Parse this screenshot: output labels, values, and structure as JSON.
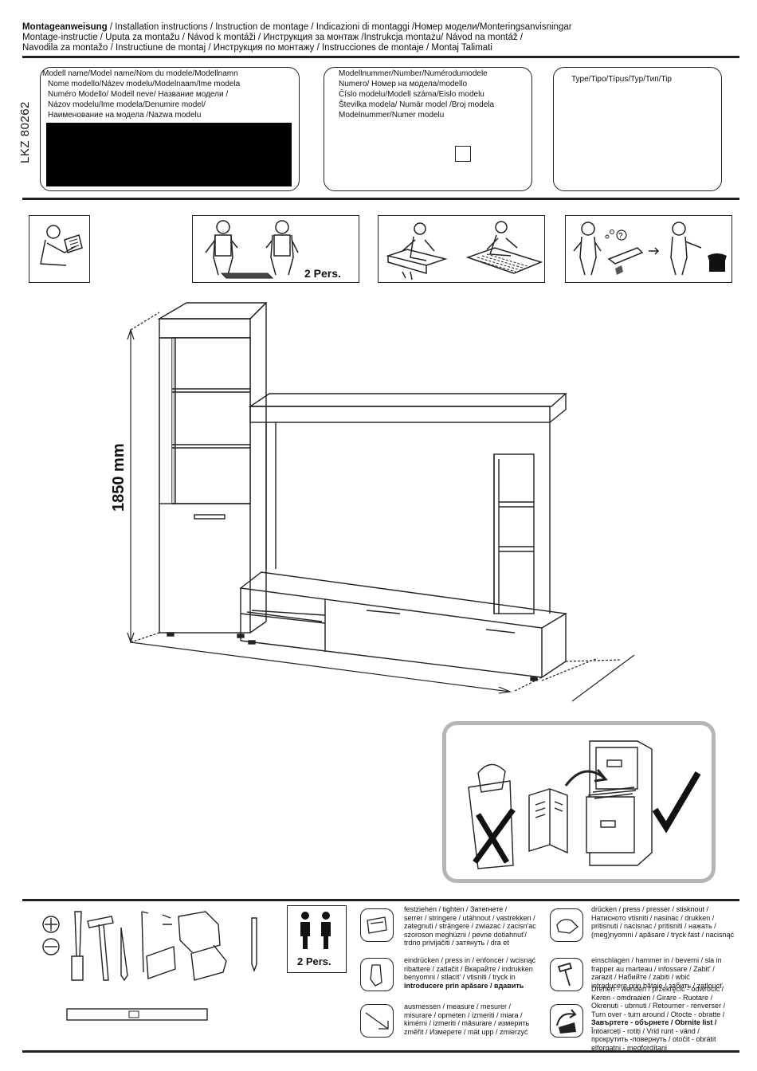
{
  "header": {
    "line1_bold": "Montageanweisung",
    "line1_rest": " / Installation instructions / Instruction de montage / Indicazioni di montaggi /Номер модели/Monteringsanvisningar",
    "line2": " Montage-instructie / Uputa za montažu / Návod k montáži / Инструкция за монтаж /Instrukcja montażu/ Návod na montáž /",
    "line3": "Navodila za montažo / Instructiune de montaj / Инструкция по монтажу     / Instrucciones de montaje / Montaj  Talimati"
  },
  "model_box": {
    "code": "LKZ 80262",
    "lines": [
      "Modell name/Model name/Nom du modele/Modellnamn",
      "Nome modello/Název modelu/Modelnaam/Ime modela",
      "Numéro Modello/ Modell neve/   Название модели /",
      "Názov modelu/Ime modela/Denumire model/",
      "Наименование на модела /Nazwa modelu"
    ]
  },
  "number_box": {
    "lines": [
      "Modellnummer/Number/Numérodumodele",
      "Numero/    Номер на модела/modello",
      "Číslo modelu/Modell száma/Eislo modelu",
      "Številka modela/  Numär model /Broj modela",
      "Modelnummer/Numer modelu"
    ]
  },
  "type_box": {
    "label": "Type/Tipo/Típus/Typ/Тип/Tip"
  },
  "pictos": {
    "two_persons": "2 Pers."
  },
  "dimension": {
    "height": "1850 mm"
  },
  "tools": {
    "two_persons": "2 Pers.",
    "instructions": [
      {
        "icon": "tighten-icon",
        "lines": [
          "festziehen / tighten / Затегнете /",
          "serrer / stringere / utáhnout / vastrekken /",
          "zategnuti / strängere / zwiazac / zacisn'ac",
          "szoroson meghúzni / pevne dotiahnut'/",
          "trdno privijačiti / затянуть / dra et"
        ]
      },
      {
        "icon": "press-icon",
        "lines": [
          "drücken / press / presser / stisknout /",
          "Натисното vtisniti / nasinac / drukken /",
          "pritisnuti / nacisnac / pritisniti / нажать /",
          "(meg)nyomni / apăsare / tryck fast / nacisnąć"
        ]
      },
      {
        "icon": "press-in-icon",
        "lines": [
          "eindrücken / press in / enfoncer / wcisnąć",
          "ribattere / zatlačit / Вкарайте / indrukken",
          "benyomni / stlacit' / vtisniti / tryck in",
          "introducere prin apăsare / вдавить"
        ]
      },
      {
        "icon": "hammer-icon",
        "lines": [
          "einschlagen / hammer in / beverni / sla in",
          "frapper au marteau / infossare / Zabit' /",
          "zarazit / Набийте / zabiti / wbić",
          "introducere prin bătaie / забить / zatloucť"
        ]
      },
      {
        "icon": "measure-icon",
        "lines": [
          "ausmessen / measure / mesurer /",
          "misurare / opmeten / izmeriti / miara /",
          "kimérni / izmeriti / măsurare / измерить",
          "změřit / Измерете / mät upp / zmierzyć"
        ]
      },
      {
        "icon": "turn-icon",
        "lines": [
          "Drehen - wenden / przekręcić - odwrócić /",
          "Keren - omdraaien / Girare - Ruotare /",
          "Okrenuti - ubrnuti / Retourner - renverser /",
          "Turn over - turn around / Otocte - obratte /",
          "Завъртете - обърнете / Obrnite list /",
          "Întoarceți - rotiți / Vrid runt - vänd /",
          "прокрутить -повернуть  / otočit - obrátit",
          "elforgatni - megfordítani"
        ]
      }
    ]
  }
}
